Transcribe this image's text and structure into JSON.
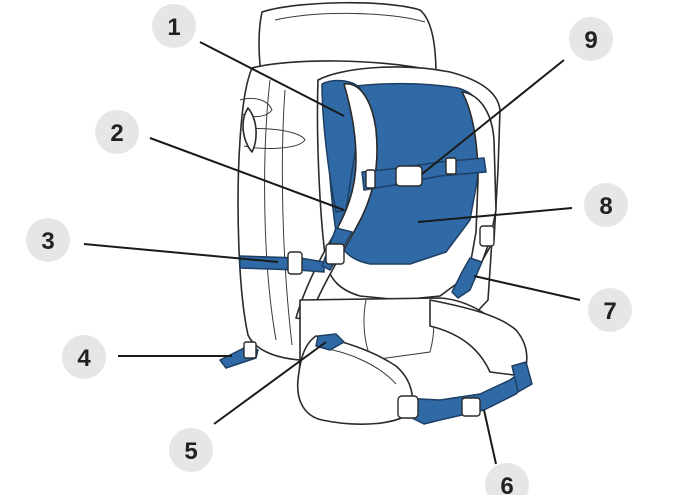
{
  "callouts": [
    {
      "id": 1,
      "label": "1"
    },
    {
      "id": 2,
      "label": "2"
    },
    {
      "id": 3,
      "label": "3"
    },
    {
      "id": 4,
      "label": "4"
    },
    {
      "id": 5,
      "label": "5"
    },
    {
      "id": 6,
      "label": "6"
    },
    {
      "id": 7,
      "label": "7"
    },
    {
      "id": 8,
      "label": "8"
    },
    {
      "id": 9,
      "label": "9"
    }
  ],
  "colors": {
    "strap_blue": "#2f6aa6",
    "strap_dark": "#1d3f63",
    "outline": "#2a2a2a",
    "callout_bg": "#e6e6e6",
    "background": "#ffffff"
  }
}
